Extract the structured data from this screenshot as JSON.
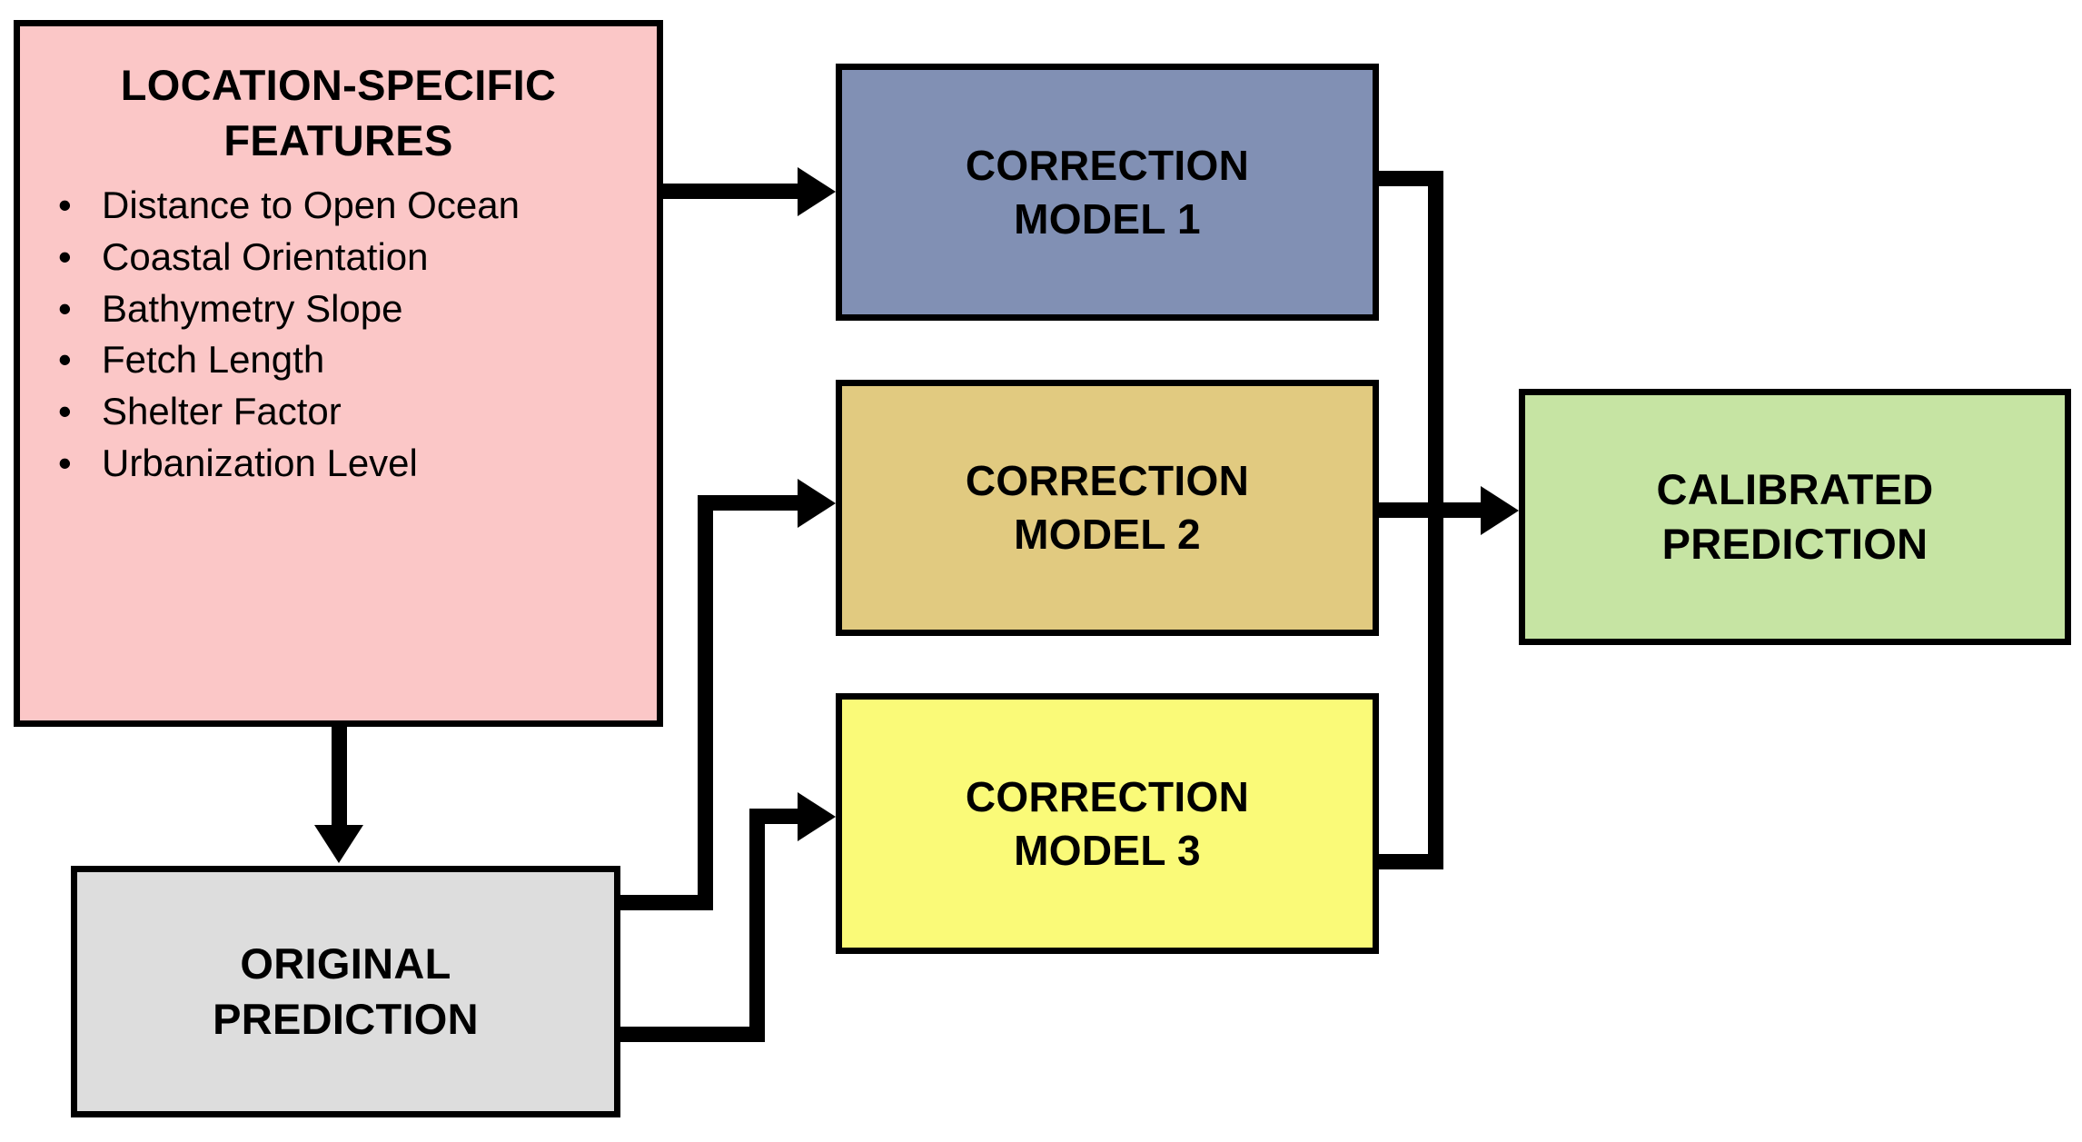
{
  "diagram": {
    "title": "Location-specific correction model flow",
    "background_color": "#ffffff",
    "line_color": "#000000"
  },
  "nodes": {
    "features": {
      "title": "LOCATION-SPECIFIC\nFEATURES",
      "fill": "#fbc7c7",
      "bullet_glyph": "•",
      "items": [
        "Distance to Open Ocean",
        "Coastal Orientation",
        "Bathymetry Slope",
        "Fetch Length",
        "Shelter Factor",
        "Urbanization Level"
      ]
    },
    "model1": {
      "title": "CORRECTION\nMODEL 1",
      "fill": "#8190b4"
    },
    "model2": {
      "title": "CORRECTION\nMODEL 2",
      "fill": "#e1ca80"
    },
    "model3": {
      "title": "CORRECTION\nMODEL 3",
      "fill": "#fafa78"
    },
    "calibrated": {
      "title": "CALIBRATED\nPREDICTION",
      "fill": "#c6e4a3"
    },
    "original": {
      "title": "ORIGINAL\nPREDICTION",
      "fill": "#dddddd"
    }
  },
  "edges": [
    {
      "from": "features",
      "to": "model1",
      "style": "straight-right"
    },
    {
      "from": "features",
      "to": "original",
      "style": "straight-down"
    },
    {
      "from": "original",
      "to": "model2",
      "style": "elbow-up-right"
    },
    {
      "from": "original",
      "to": "model3",
      "style": "elbow-up-right"
    },
    {
      "from": "model1",
      "to": "calibrated",
      "style": "bus-merge-right"
    },
    {
      "from": "model2",
      "to": "calibrated",
      "style": "bus-merge-right"
    },
    {
      "from": "model3",
      "to": "calibrated",
      "style": "bus-merge-right"
    }
  ]
}
